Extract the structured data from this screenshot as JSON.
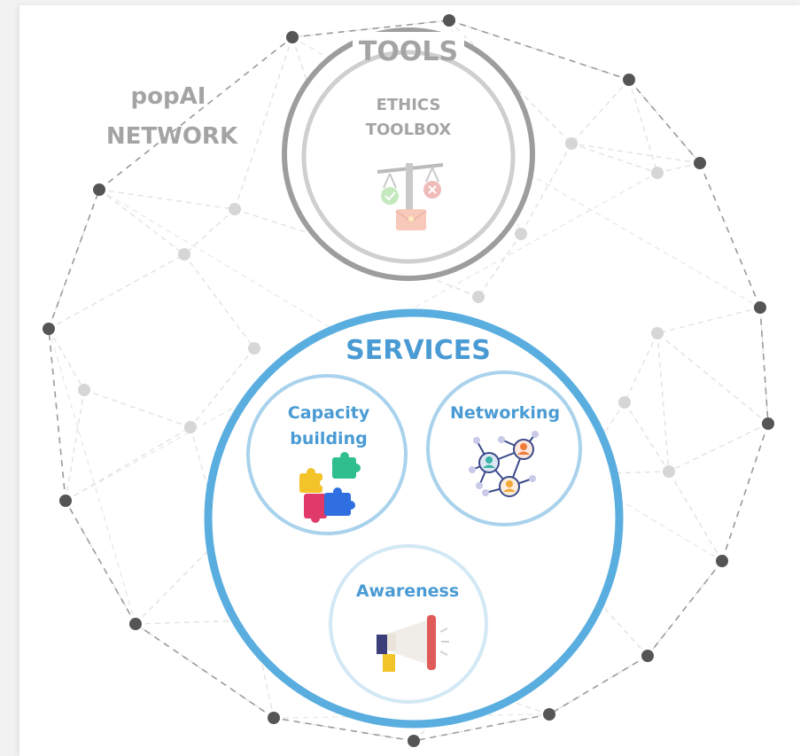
{
  "network": {
    "label_line1": "popAI",
    "label_line2": "NETWORK"
  },
  "tools": {
    "title": "TOOLS",
    "item_line1": "ETHICS",
    "item_line2": "TOOLBOX"
  },
  "services": {
    "title": "SERVICES",
    "capacity_line1": "Capacity",
    "capacity_line2": "building",
    "networking": "Networking",
    "awareness": "Awareness"
  },
  "colors": {
    "blue": "#5aaedf",
    "blue_light": "#a9d2ec",
    "gray_ring": "#9d9d9d",
    "gray_ring_light": "#c9c9c9",
    "gray_text": "#a4a4a4",
    "node_dark": "#555555",
    "node_light": "#d6d6d6",
    "title_blue": "#4a9bd4"
  },
  "icons": {
    "tools_item": "balance-scale-icon",
    "capacity": "puzzle-pieces-icon",
    "networking": "people-network-icon",
    "awareness": "megaphone-icon"
  }
}
